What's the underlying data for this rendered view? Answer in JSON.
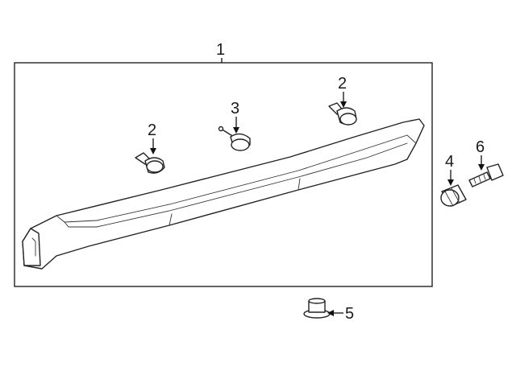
{
  "diagram": {
    "callouts": [
      {
        "id": "c1",
        "label": "1"
      },
      {
        "id": "c2a",
        "label": "2"
      },
      {
        "id": "c2b",
        "label": "2"
      },
      {
        "id": "c3",
        "label": "3"
      },
      {
        "id": "c4",
        "label": "4"
      },
      {
        "id": "c5",
        "label": "5"
      },
      {
        "id": "c6",
        "label": "6"
      }
    ],
    "icons": {
      "rocker_molding": "rocker-panel-molding",
      "retainer_clip": "push-retainer-clip",
      "stud_clip": "stud-clip",
      "nut": "flange-nut",
      "grommet": "grommet",
      "screw": "tapping-screw"
    },
    "colors": {
      "line": "#222222",
      "background": "#ffffff"
    }
  }
}
